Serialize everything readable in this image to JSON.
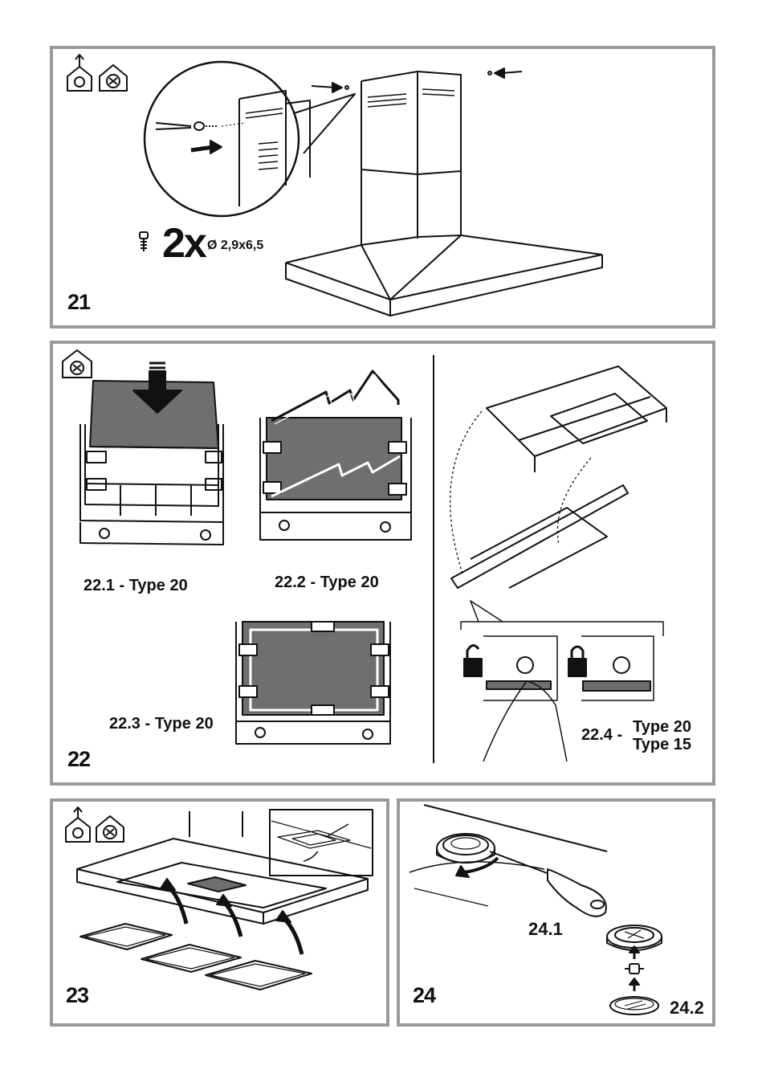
{
  "panels": {
    "p21": {
      "number": "21",
      "screw_count": "2x",
      "screw_size": "Ø 2,9x6,5"
    },
    "p22": {
      "number": "22",
      "step1": "22.1 - Type 20",
      "step2": "22.2 - Type 20",
      "step3": "22.3 - Type 20",
      "step4_prefix": "22.4 -",
      "step4_type_a": "Type 20",
      "step4_type_b": "Type 15"
    },
    "p23": {
      "number": "23"
    },
    "p24": {
      "number": "24",
      "step1": "24.1",
      "step2": "24.2"
    }
  },
  "icons": {
    "extraction": "house-extraction-fan-icon",
    "recirculation": "house-recirculation-fan-icon",
    "lock_open": "padlock-open-icon",
    "lock_closed": "padlock-closed-icon"
  },
  "colors": {
    "frame": "#9a9a9a",
    "filter_fill": "#6f6f6f",
    "line": "#111111"
  }
}
